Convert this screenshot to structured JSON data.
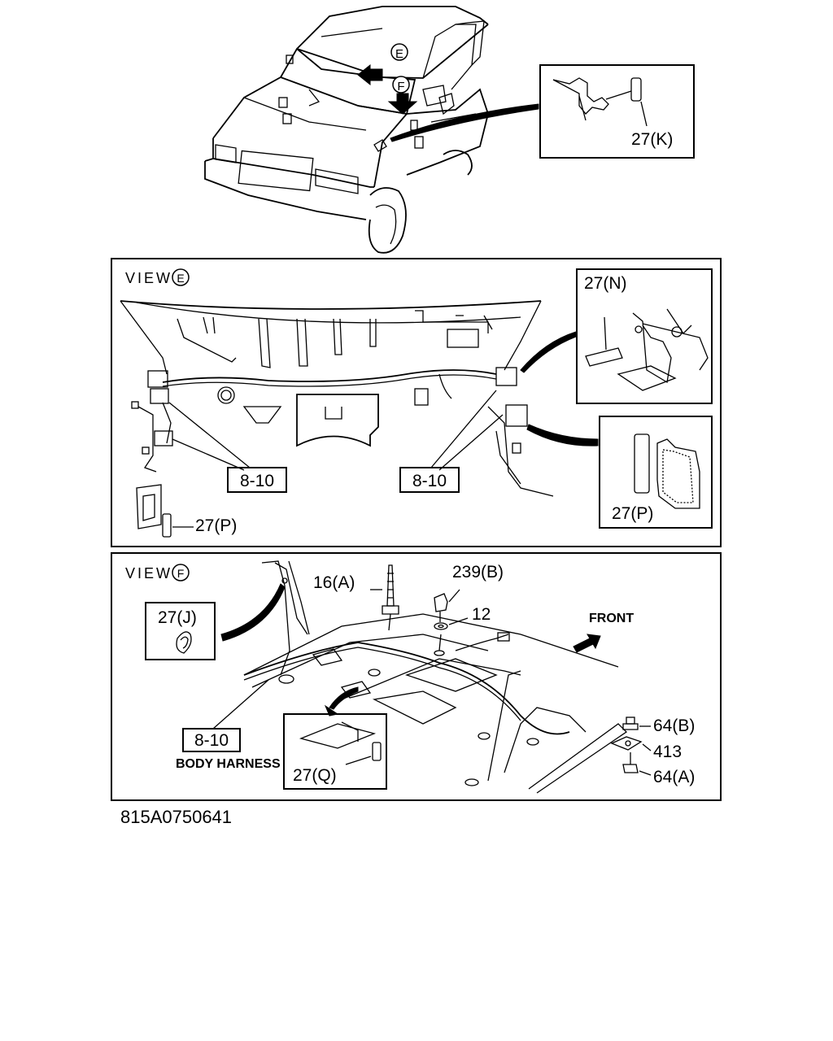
{
  "diagram_id": "815A0750641",
  "callouts": {
    "E": "E",
    "F": "F"
  },
  "top_view": {
    "inset_label": "27(K)"
  },
  "view_e": {
    "title": "VIEW",
    "circle": "E",
    "inset_top_label": "27(N)",
    "inset_bottom_label": "27(P)",
    "left_ref": "8-10",
    "right_ref": "8-10",
    "bottom_left_label": "27(P)"
  },
  "view_f": {
    "title": "VIEW",
    "circle": "F",
    "inset_j_label": "27(J)",
    "label_16a": "16(A)",
    "label_239b": "239(B)",
    "label_12": "12",
    "front_label": "FRONT",
    "ref": "8-10",
    "harness_label": "BODY HARNESS",
    "inset_q_label": "27(Q)",
    "label_64b": "64(B)",
    "label_413": "413",
    "label_64a": "64(A)"
  }
}
